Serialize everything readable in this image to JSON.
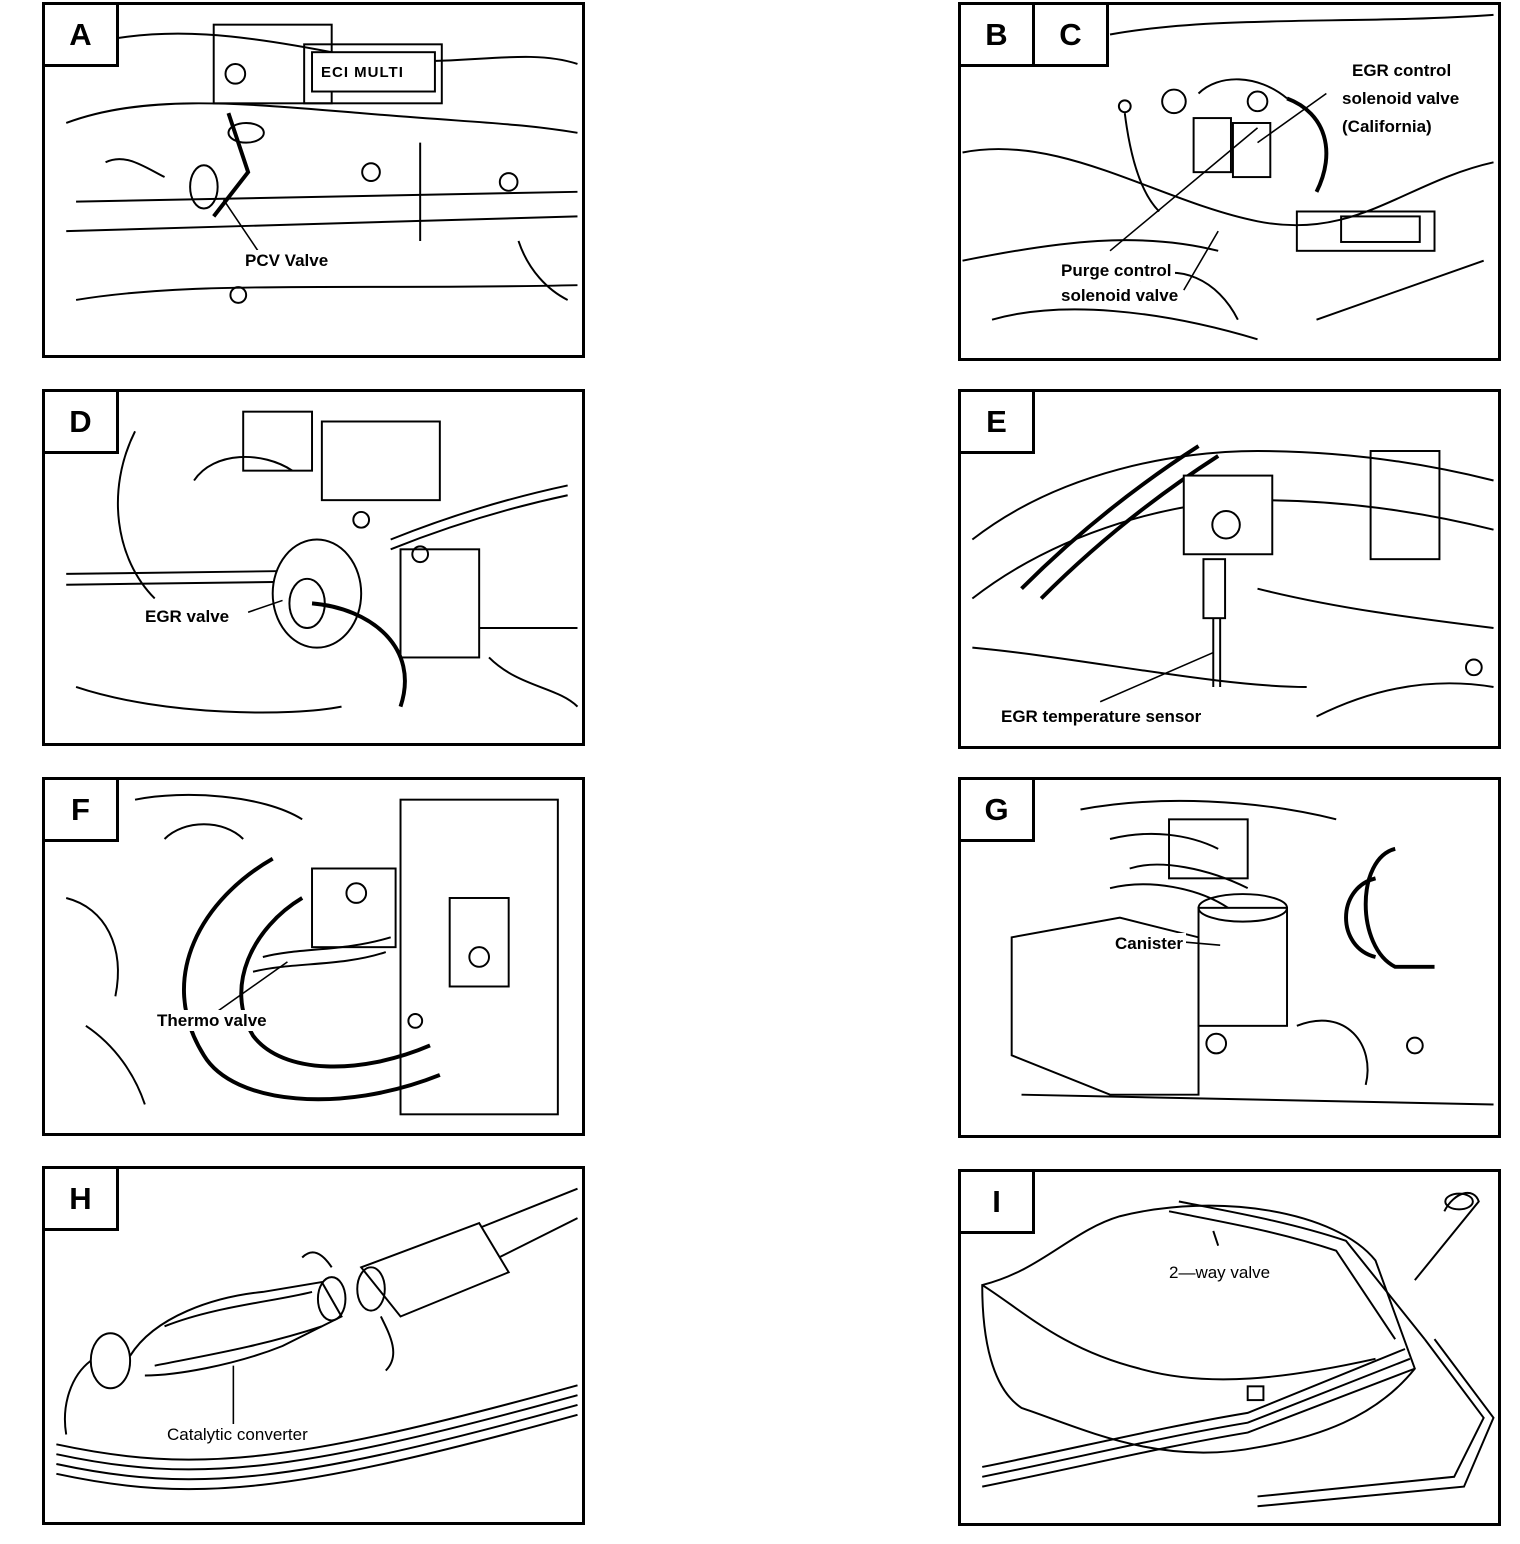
{
  "panels": [
    {
      "letter": "A",
      "labels": [
        "PCV Valve"
      ]
    },
    {
      "letter": "B",
      "letter2": "C",
      "labels": [
        "EGR control",
        "solenoid valve",
        "(California)",
        "Purge control",
        "solenoid valve"
      ]
    },
    {
      "letter": "D",
      "labels": [
        "EGR valve"
      ]
    },
    {
      "letter": "E",
      "labels": [
        "EGR temperature sensor"
      ]
    },
    {
      "letter": "F",
      "labels": [
        "Thermo valve"
      ]
    },
    {
      "letter": "G",
      "labels": [
        "Canister"
      ]
    },
    {
      "letter": "H",
      "labels": [
        "Catalytic converter"
      ]
    },
    {
      "letter": "I",
      "labels": [
        "2—way valve"
      ]
    }
  ],
  "engine_badge": "ECI MULTI"
}
